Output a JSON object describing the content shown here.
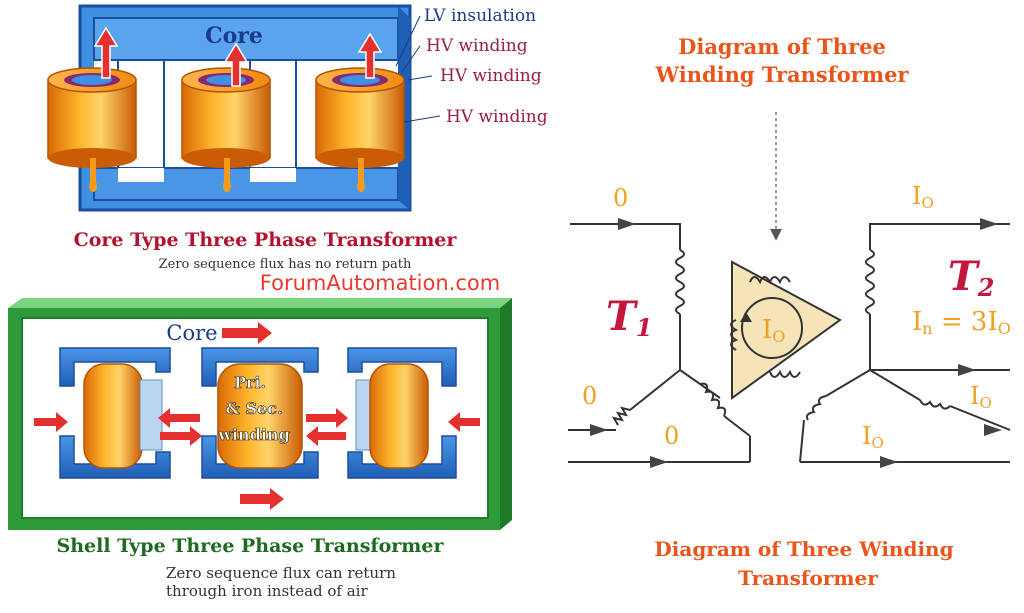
{
  "core_panel": {
    "core_label": "Core",
    "annotations": [
      "LV insulation",
      "HV winding",
      "HV winding",
      "HV winding"
    ],
    "caption": "Core Type Three Phase Transformer",
    "subcaption": "Zero sequence flux has no return path"
  },
  "watermark": "ForumAutomation.com",
  "shell_panel": {
    "core_label": "Core",
    "winding_label_1": "Pri.",
    "winding_label_2": "& Sec.",
    "winding_label_3": "winding",
    "caption": "Shell Type Three Phase Transformer",
    "subcaption_1": "Zero sequence flux can return",
    "subcaption_2": "through iron instead of air"
  },
  "winding_diagram": {
    "top_title_1": "Diagram of Three",
    "top_title_2": "Winding Transformer",
    "t1_main": "T",
    "t1_sub": "1",
    "t2_main": "T",
    "t2_sub": "2",
    "zero_top": "0",
    "zero_mid": "0",
    "zero_low": "0",
    "io_label": "I",
    "io_sub": "O",
    "in_eq_main": "I",
    "in_eq_sub": "n",
    "in_eq_rest": " = 3I",
    "in_eq_sub2": "O",
    "bottom_title_1": "Diagram of Three Winding",
    "bottom_title_2": "Transformer"
  },
  "colors": {
    "navy": "#1c3a8c",
    "red_caption": "#b3122e",
    "green_caption": "#1d6b1f",
    "orange_title": "#e8561c",
    "io_orange": "#f0a020",
    "steel_blue": "#2a73c8",
    "coil_orange": "#f59a1a",
    "frame_green": "#2f9a3a",
    "watermark_red": "#e63b2e"
  }
}
